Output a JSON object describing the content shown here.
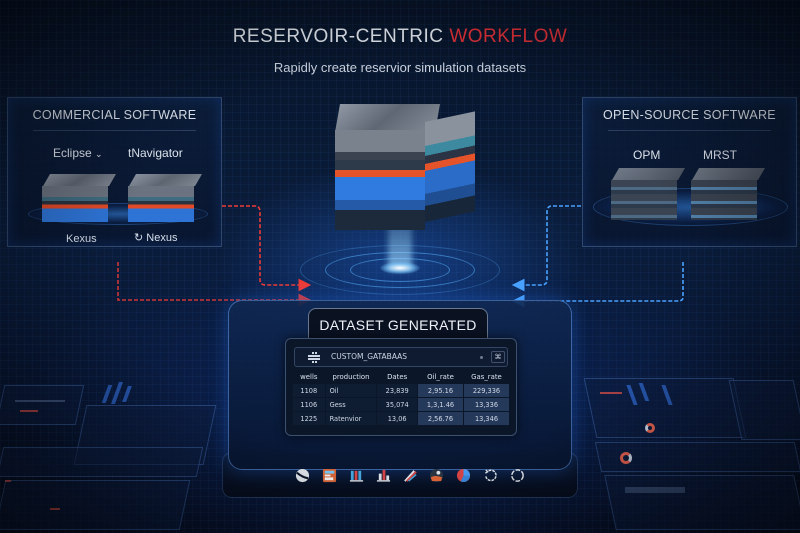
{
  "header": {
    "title_main": "RESERVOIR-CENTRIC",
    "title_accent": "WORKFLOW",
    "subtitle": "Rapidly create reservior simulation datasets"
  },
  "colors": {
    "accent_red": "#e8333a",
    "accent_blue": "#3a8dff",
    "background": "#071429"
  },
  "commercial_panel": {
    "title": "COMMERCIAL SOFTWARE",
    "software": [
      {
        "name": "Eclipse",
        "icon": "chevron-down-icon",
        "sublabel": "Kexus"
      },
      {
        "name": "tNavigator",
        "sublabel": "Nexus",
        "sublabel_icon": "refresh-icon"
      }
    ]
  },
  "opensource_panel": {
    "title": "OPEN-SOURCE SOFTWARE",
    "software": [
      {
        "name": "OPM"
      },
      {
        "name": "MRST"
      }
    ]
  },
  "dataset": {
    "tag": "DATASET GENERATED",
    "db_name": "CUSTOM_GATABAAS",
    "db_icon": "database-grid-icon",
    "db_button": "⌘",
    "columns": [
      "wells",
      "production",
      "Dates",
      "Oil_rate",
      "Gas_rate"
    ],
    "rows": [
      [
        "1108",
        "Oil",
        "23,839",
        "2,95.16",
        "229,336"
      ],
      [
        "1106",
        "Gess",
        "35,074",
        "1,3,1.46",
        "13,336"
      ],
      [
        "1225",
        "Ratenvior",
        "13,06",
        "2,56.76",
        "13,346"
      ]
    ]
  },
  "toolbar": {
    "tools": [
      {
        "name": "globe-icon"
      },
      {
        "name": "layout-icon"
      },
      {
        "name": "bar-chart-icon"
      },
      {
        "name": "column-chart-icon"
      },
      {
        "name": "pen-edit-icon"
      },
      {
        "name": "analytics-icon"
      },
      {
        "name": "pie-chart-icon"
      },
      {
        "name": "refresh-icon"
      },
      {
        "name": "cycle-icon"
      }
    ]
  }
}
